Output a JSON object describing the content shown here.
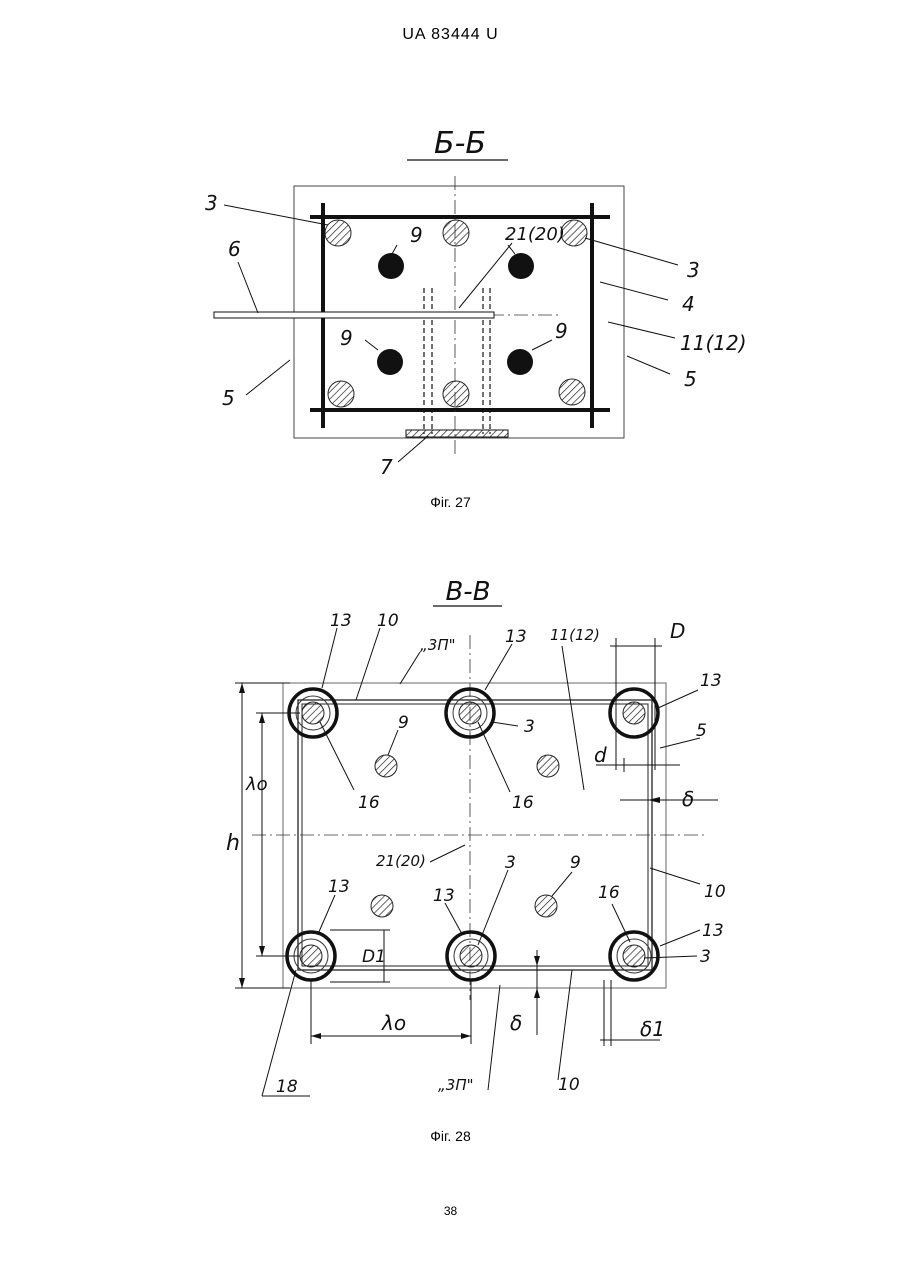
{
  "header": "UA   83444   U",
  "fig27": {
    "section_title": "Б-Б",
    "caption": "Фіг. 27",
    "labels": {
      "l3a": "3",
      "l6": "6",
      "l5a": "5",
      "l9a": "9",
      "l9b": "9",
      "l2120": "21(20)",
      "l3b": "3",
      "l4": "4",
      "l1112": "11(12)",
      "l5b": "5",
      "l7": "7"
    }
  },
  "fig28": {
    "section_title": "В-В",
    "caption": "Фіг. 28",
    "labels": {
      "l13a": "13",
      "l10a": "10",
      "l3pa": "„3П\"",
      "l13b": "13",
      "l1112": "11(12)",
      "lD": "D",
      "l13c": "13",
      "l3a": "3",
      "l9a": "9",
      "l5": "5",
      "ld": "d",
      "l16a": "16",
      "l16b": "16",
      "ldelta": "δ",
      "lh": "h",
      "llambda_v": "λo",
      "l2120": "21(20)",
      "l10b": "10",
      "l13d": "13",
      "l13e": "13",
      "l3b": "3",
      "l9b": "9",
      "l16c": "16",
      "l13f": "13",
      "l3c": "3",
      "lD1": "D1",
      "llambda_h": "λo",
      "ldelta2": "δ",
      "ldelta1": "δ1",
      "l18": "18",
      "l3pb": "„3П\"",
      "l10c": "10"
    }
  },
  "page_number": "38"
}
